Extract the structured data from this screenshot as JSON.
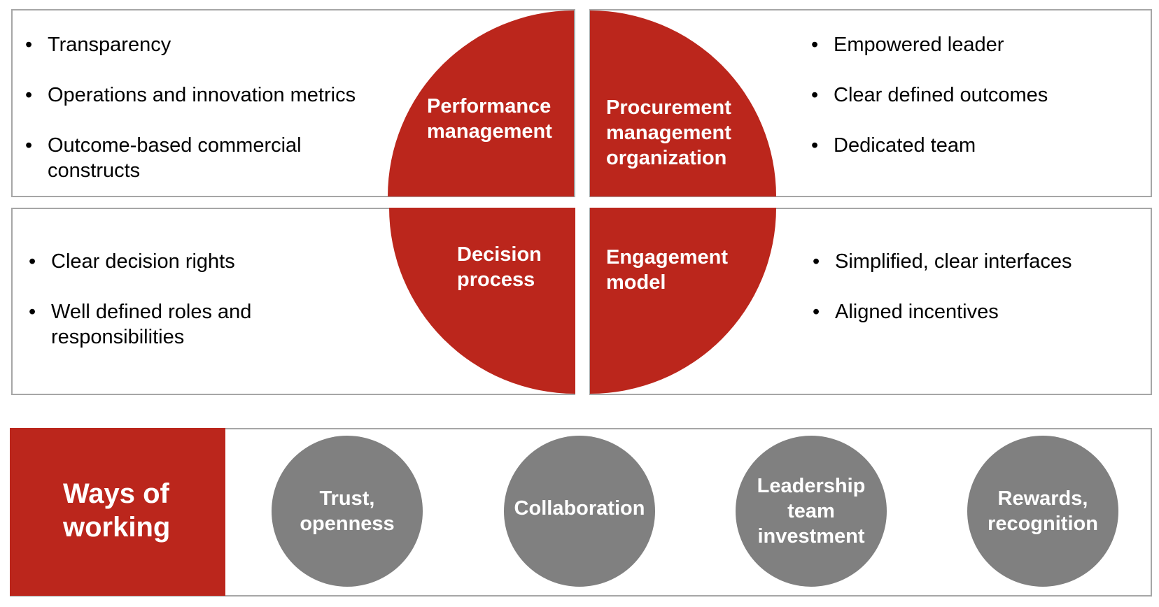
{
  "quadrants": {
    "performance": {
      "label_lines": [
        "Performance",
        "management"
      ],
      "bullets": [
        "Transparency",
        "Operations and innovation metrics",
        "Outcome-based commercial",
        "constructs"
      ]
    },
    "procurement": {
      "label_lines": [
        "Procurement",
        "management",
        "organization"
      ],
      "bullets": [
        "Empowered leader",
        "Clear defined outcomes",
        "Dedicated team"
      ]
    },
    "decision": {
      "label_lines": [
        "Decision",
        "process"
      ],
      "bullets": [
        "Clear decision rights",
        "Well defined roles and",
        "responsibilities"
      ]
    },
    "engagement": {
      "label_lines": [
        "Engagement",
        "model"
      ],
      "bullets": [
        "Simplified, clear interfaces",
        "Aligned incentives"
      ]
    }
  },
  "ways_of_working": {
    "title_lines": [
      "Ways of",
      "working"
    ],
    "items": [
      {
        "lines": [
          "Trust,",
          "openness"
        ]
      },
      {
        "lines": [
          "Collaboration"
        ]
      },
      {
        "lines": [
          "Leadership",
          "team",
          "investment"
        ]
      },
      {
        "lines": [
          "Rewards,",
          "recognition"
        ]
      }
    ]
  },
  "colors": {
    "accent": "#bb261c",
    "circle": "#808080",
    "border": "#a6a6a6"
  }
}
